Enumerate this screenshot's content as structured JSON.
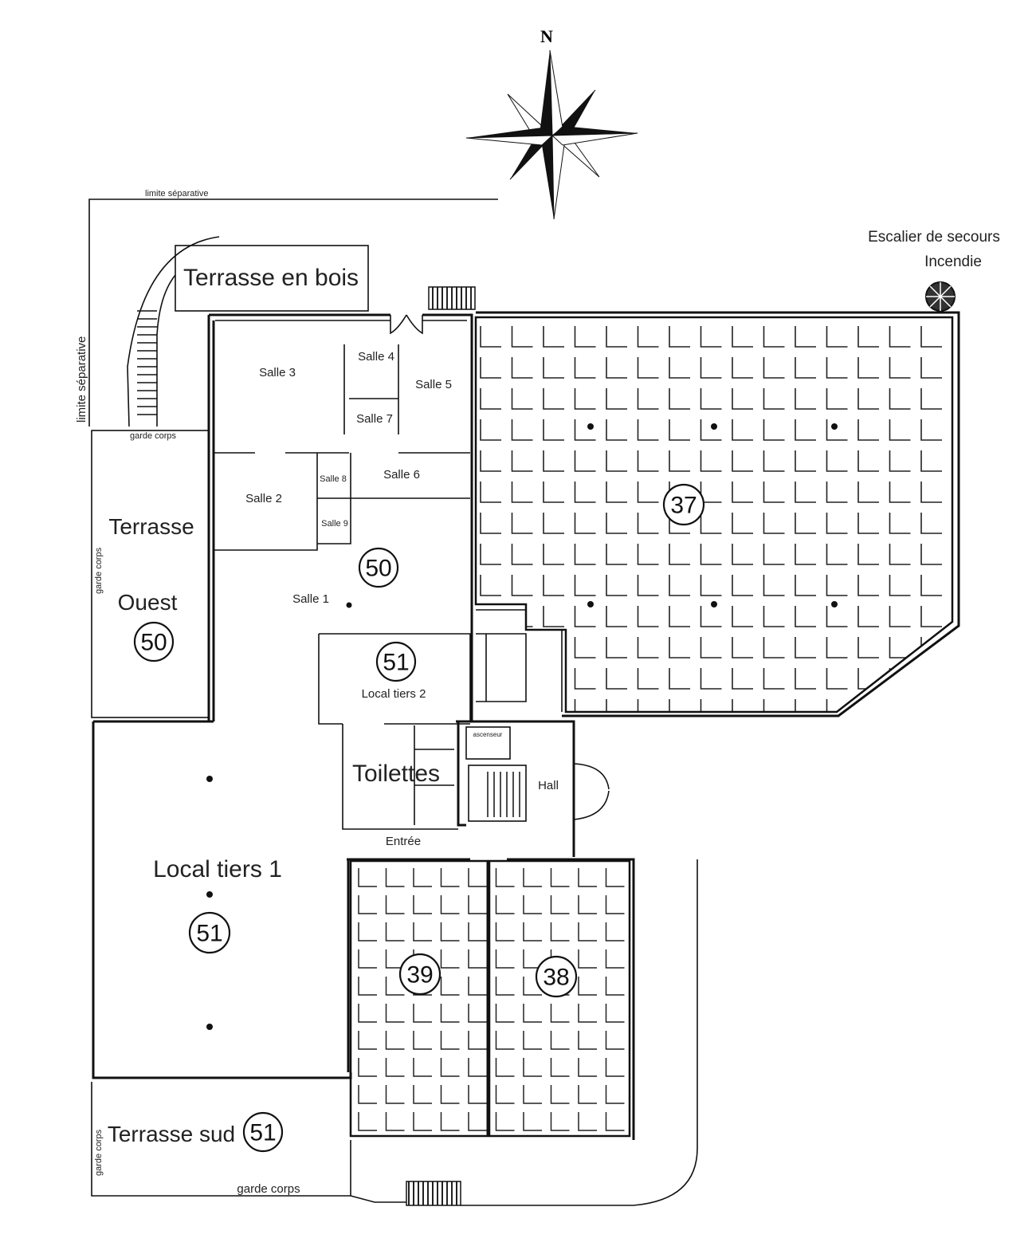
{
  "compass": {
    "north_label": "N"
  },
  "annotations": {
    "limit_top": "limite séparative",
    "limit_left": "limite séparative",
    "garde_corps_top": "garde corps",
    "garde_corps_west": "garde corps",
    "garde_corps_south": "garde corps",
    "garde_corps_bottom": "garde corps",
    "fire_escape_line1": "Escalier de secours",
    "fire_escape_line2": "Incendie"
  },
  "rooms": {
    "terrasse_bois": "Terrasse en bois",
    "salle3": "Salle 3",
    "salle4": "Salle 4",
    "salle5": "Salle 5",
    "salle7": "Salle 7",
    "salle6": "Salle 6",
    "salle8": "Salle 8",
    "salle9": "Salle 9",
    "salle2": "Salle 2",
    "salle1": "Salle 1",
    "local_tiers2": "Local tiers 2",
    "terrasse_ouest_1": "Terrasse",
    "terrasse_ouest_2": "Ouest",
    "local_tiers1": "Local tiers 1",
    "terrasse_sud": "Terrasse sud",
    "toilettes": "Toilettes",
    "ascenseur": "ascenseur",
    "hall": "Hall",
    "entree": "Entrée"
  },
  "badges": {
    "zone37": "37",
    "salle1": "50",
    "local_tiers2": "51",
    "terrasse_ouest": "50",
    "local_tiers1": "51",
    "terrasse_sud": "51",
    "zone39": "39",
    "zone38": "38"
  }
}
